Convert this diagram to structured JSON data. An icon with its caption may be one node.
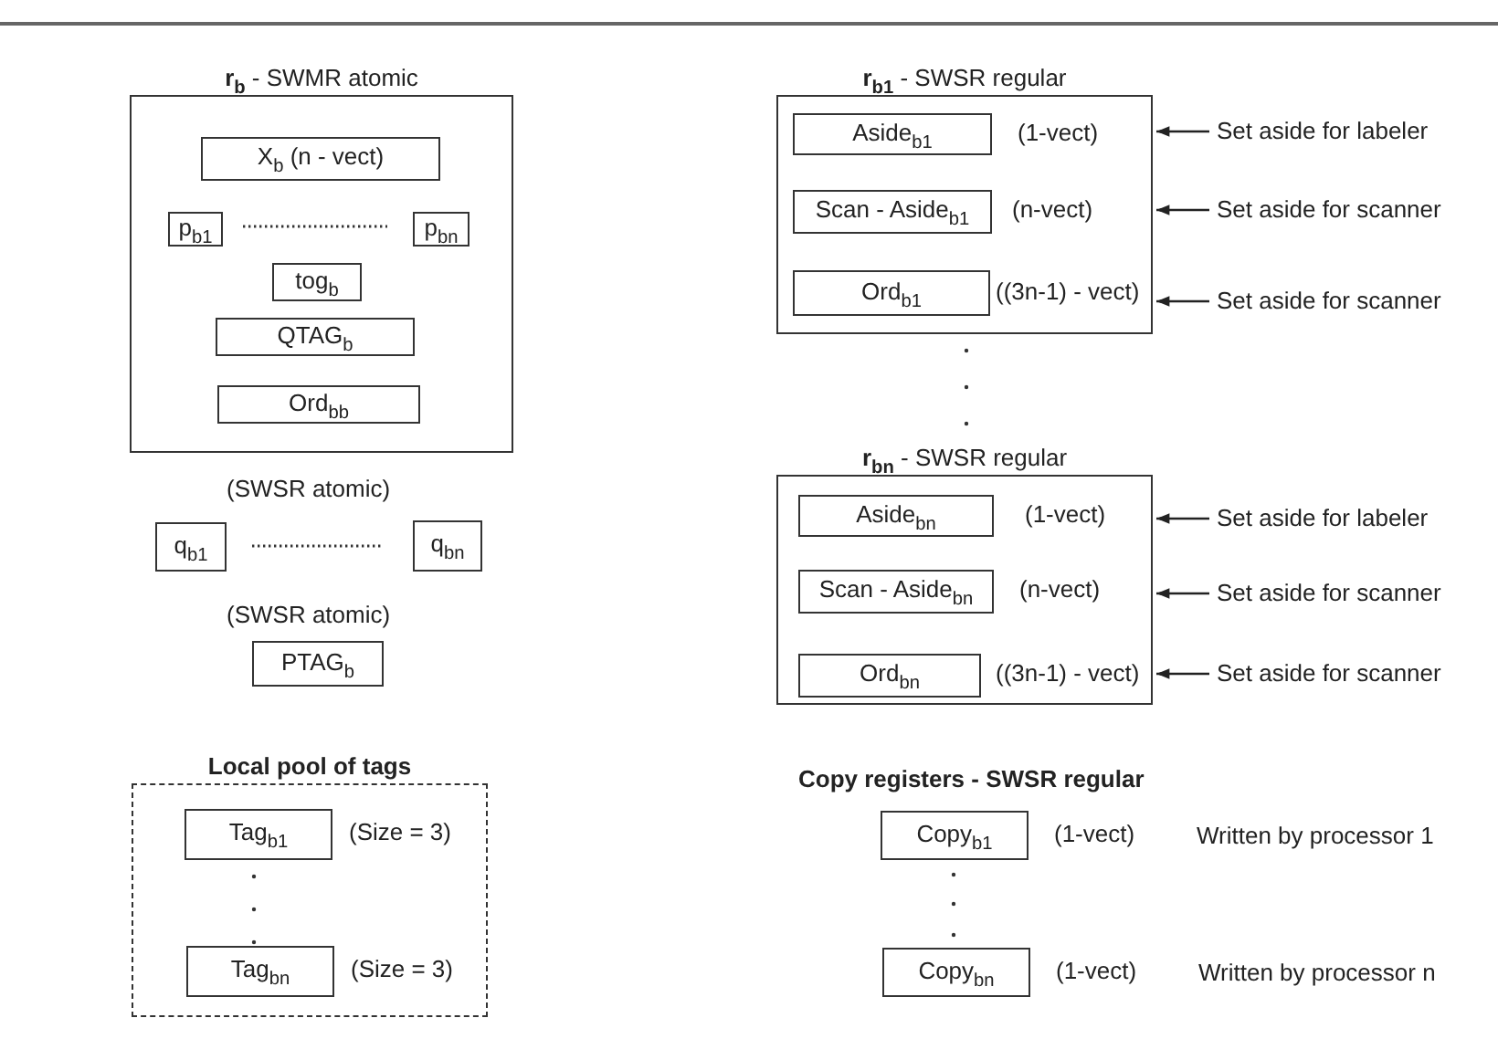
{
  "diagram": {
    "nodes": [
      {
        "text": [
          "**r**$_{b}$  - SWMR atomic"
        ]
      },
      {
        "text": [
          "X$_{b}$  (n - vect)"
        ],
        "in": 0
      },
      {
        "text": [
          "p$_{b1}$"
        ],
        "in": 0
      },
      {
        "text": [
          "p$_{bn}$"
        ],
        "in": 0
      },
      {
        "text": [
          "tog$_{b}$"
        ],
        "in": 0
      },
      {
        "text": [
          "QTAG$_{b}$"
        ],
        "in": 0
      },
      {
        "text": [
          "Ord$_{bb}$"
        ],
        "in": 0
      },
      {
        "text": [
          "q$_{b1}$"
        ]
      },
      {
        "text": [
          "q$_{bn}$"
        ]
      },
      {
        "text": [
          "PTAG$_{b}$"
        ]
      },
      {
        "text": [
          "Local pool of tags"
        ]
      },
      {
        "text": [
          "Tag$_{b1}$"
        ],
        "in": 10,
        "beside": [
          "(Size = 3)"
        ]
      },
      {
        "text": [
          "Tag$_{bn}$"
        ],
        "in": 10,
        "beside": [
          "(Size = 3)"
        ]
      },
      {
        "text": [
          "**r**$_{b1}$  - SWSR regular"
        ]
      },
      {
        "text": [
          "Aside$_{b1}$"
        ],
        "in": 13,
        "beside": [
          "(1-vect)"
        ]
      },
      {
        "text": [
          "Scan - Aside$_{b1}$"
        ],
        "in": 13,
        "beside": [
          "(n-vect)"
        ]
      },
      {
        "text": [
          "Ord$_{b1}$"
        ],
        "in": 13,
        "beside": [
          "((3n-1) - vect)"
        ]
      },
      {
        "text": [
          "**r**$_{bn}$  - SWSR regular"
        ]
      },
      {
        "text": [
          "Aside$_{bn}$"
        ],
        "in": 17,
        "beside": [
          "(1-vect)"
        ]
      },
      {
        "text": [
          "Scan - Aside$_{bn}$"
        ],
        "in": 17,
        "beside": [
          "(n-vect)"
        ]
      },
      {
        "text": [
          "Ord$_{bn}$"
        ],
        "in": 17,
        "beside": [
          "((3n-1) - vect)"
        ]
      },
      {
        "text": [
          "Copy$_{b1}$"
        ],
        "beside": [
          "(1-vect)"
        ]
      },
      {
        "text": [
          "Copy$_{bn}$"
        ],
        "beside": [
          "(1-vect)"
        ]
      },
      {
        "text": [
          "Set aside for labeler"
        ]
      },
      {
        "text": [
          "Set aside for scanner"
        ]
      },
      {
        "text": [
          "Set aside for scanner"
        ]
      },
      {
        "text": [
          "Set aside for labeler"
        ]
      },
      {
        "text": [
          "Set aside for scanner"
        ]
      },
      {
        "text": [
          "Set aside for scanner"
        ]
      }
    ],
    "edges": [
      {
        "from": 23,
        "to": 13,
        "arrow": "to"
      },
      {
        "from": 24,
        "to": 13,
        "arrow": "to"
      },
      {
        "from": 25,
        "to": 13,
        "arrow": "to"
      },
      {
        "from": 26,
        "to": 17,
        "arrow": "to"
      },
      {
        "from": 27,
        "to": 17,
        "arrow": "to"
      },
      {
        "from": 28,
        "to": 17,
        "arrow": "to"
      }
    ],
    "labels": [
      "(SWSR atomic)",
      "(SWSR atomic)",
      "Copy registers - SWSR regular",
      "Written by processor 1",
      "Written by processor n"
    ]
  }
}
